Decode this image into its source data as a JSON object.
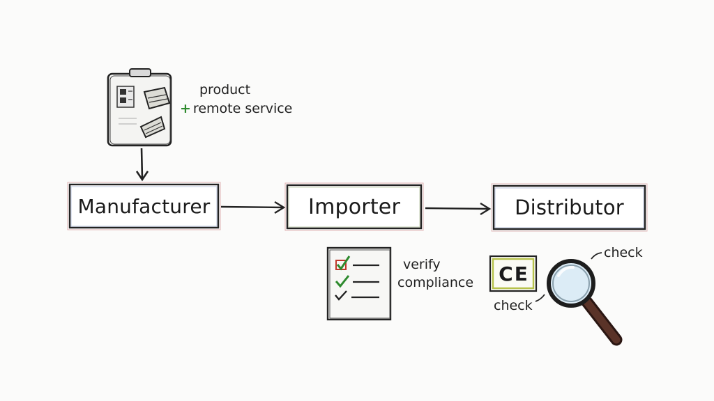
{
  "nodes": [
    {
      "label": "Manufacturer"
    },
    {
      "label": "Importer"
    },
    {
      "label": "Distributor"
    }
  ],
  "annotations": {
    "product": "product",
    "plus": "+",
    "remote_service": "remote service",
    "verify": "verify",
    "compliance": "compliance",
    "check_top": "check",
    "check_bottom": "check",
    "ce_mark": "CE"
  },
  "icons": {
    "clipboard": "clipboard-icon",
    "checklist": "checklist-icon",
    "ce": "ce-mark-icon",
    "magnifier": "magnifying-glass-icon"
  },
  "colors": {
    "ink": "#1e1e1e",
    "check_green": "#2d8a2d",
    "check_red": "#c0392b",
    "ce_frame": "#b7c24a",
    "magnifier_handle": "#4a2a22",
    "lens": "#cfe4f2"
  }
}
